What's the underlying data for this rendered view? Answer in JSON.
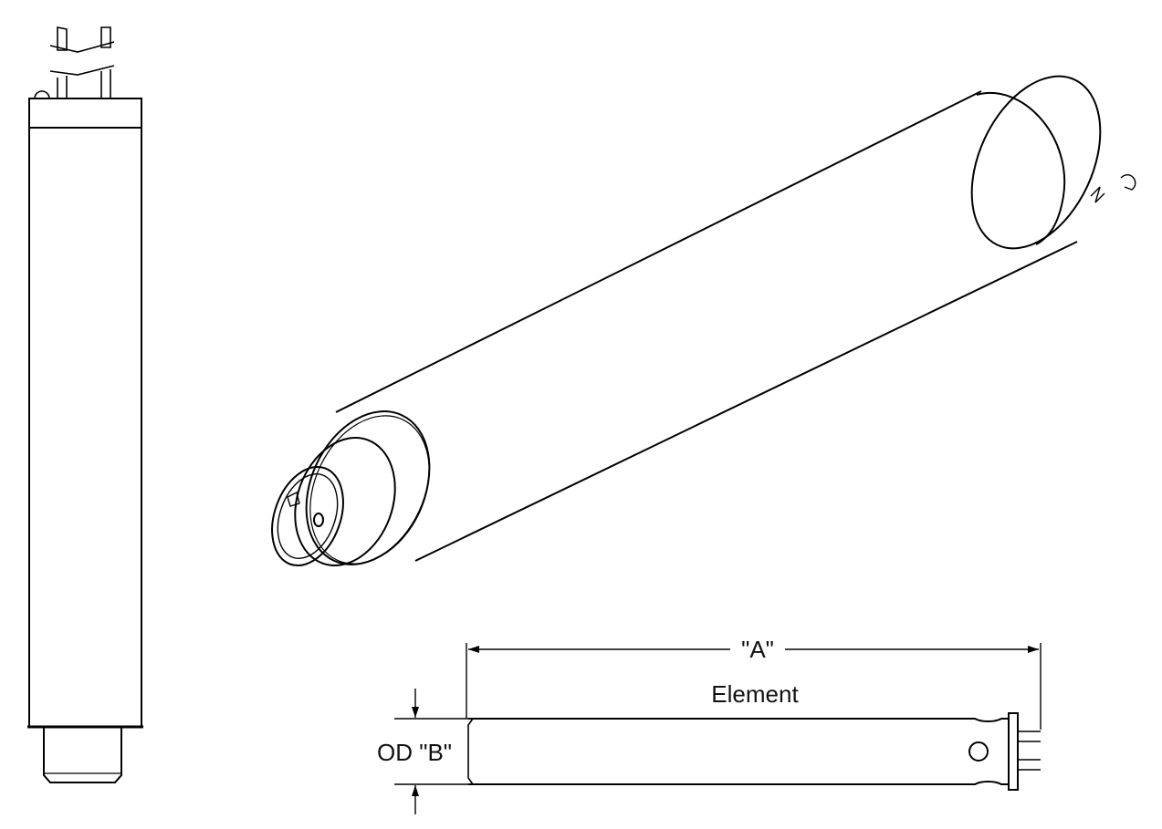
{
  "labels": {
    "dimension_a": "\"A\"",
    "element": "Element",
    "od_b": "OD \"B\""
  }
}
